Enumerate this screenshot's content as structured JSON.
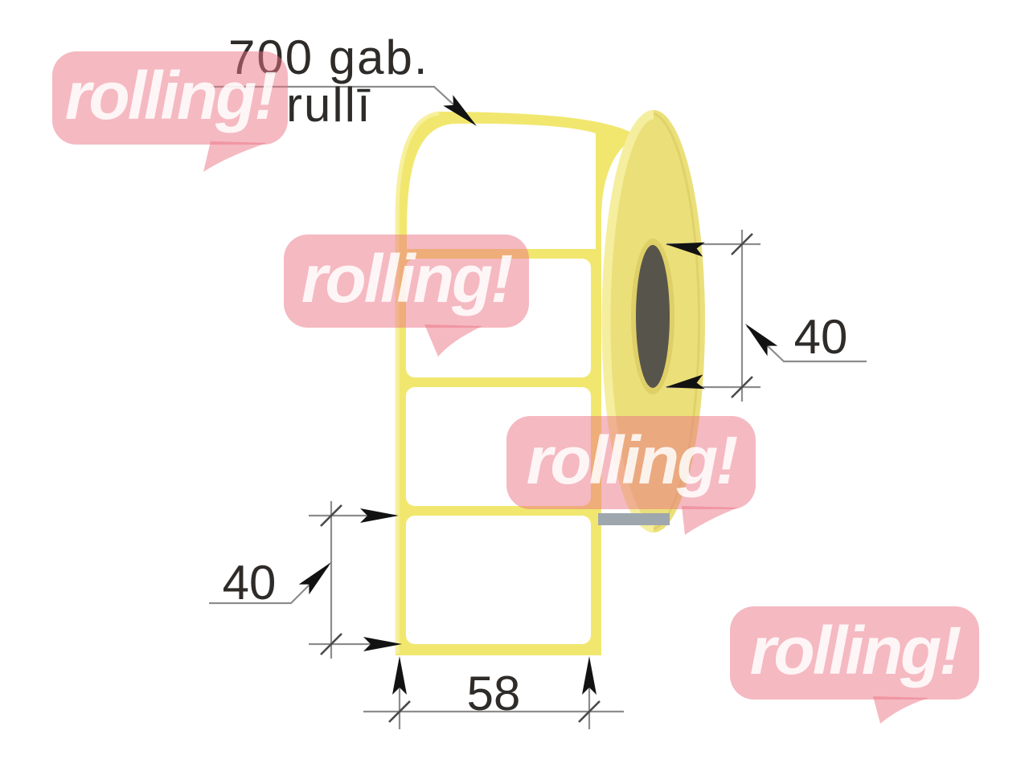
{
  "illustration": {
    "type": "thermal-label-roll-dimension-diagram",
    "annotation": {
      "line1": "700 gab.",
      "line2": "rullī"
    },
    "dimensions": {
      "core_diameter": "40",
      "label_height": "40",
      "label_width": "58"
    },
    "labels_visible_on_strip": 4
  },
  "watermark": {
    "text": "rolling!",
    "count": 4
  },
  "colors": {
    "backing_yellow": "#F1E76F",
    "roll_face_yellow": "#EBDF7A",
    "roll_rim_highlight": "#F5EE9E",
    "core_gray": "#57544C",
    "shadow_gray": "#9FA7AE",
    "watermark_pink_over_white": "#F5BDC5",
    "dimension_line_gray": "#8D8D8D",
    "text_color": "#2E2B28"
  }
}
